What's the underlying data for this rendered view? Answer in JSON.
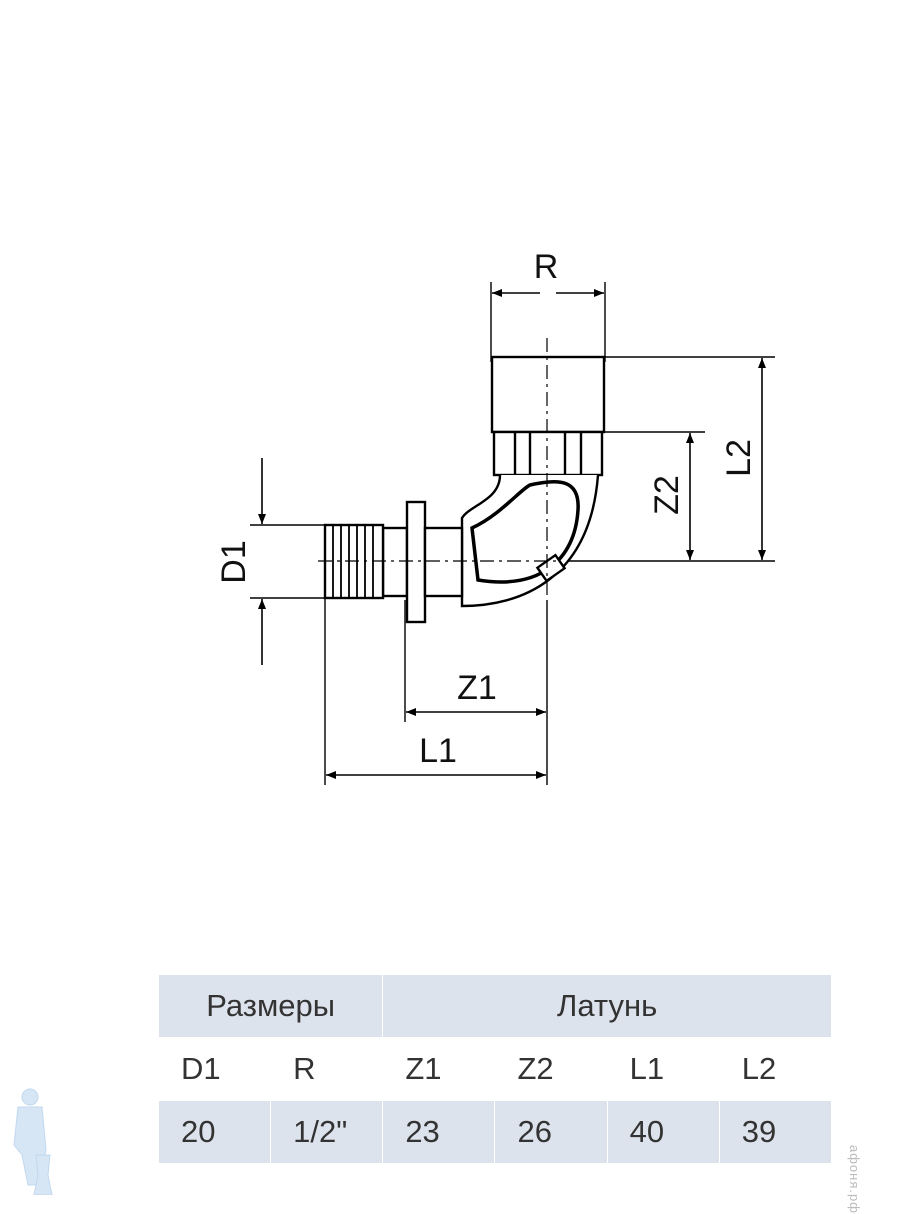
{
  "drawing": {
    "labels": {
      "R": "R",
      "D1": "D1",
      "Z1": "Z1",
      "L1": "L1",
      "Z2": "Z2",
      "L2": "L2"
    }
  },
  "table": {
    "group_headers": [
      "Размеры",
      "Латунь"
    ],
    "columns": [
      "D1",
      "R",
      "Z1",
      "Z2",
      "L1",
      "L2"
    ],
    "values": [
      "20",
      "1/2\"",
      "23",
      "26",
      "40",
      "39"
    ]
  },
  "watermark": "афоня.рф"
}
